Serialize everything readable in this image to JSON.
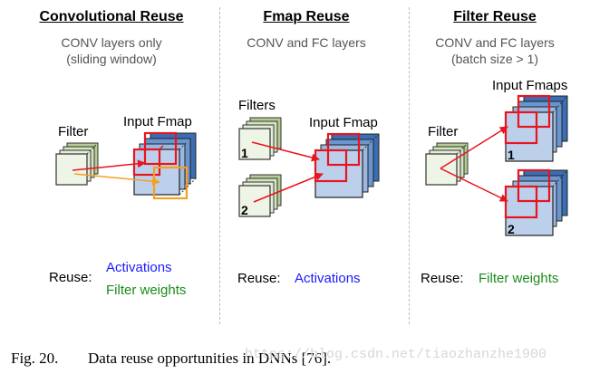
{
  "columns": [
    {
      "title": "Convolutional Reuse",
      "subtitle_line1": "CONV layers only",
      "subtitle_line2": "(sliding window)",
      "filter_label": "Filter",
      "fmap_label": "Input Fmap",
      "reuse_label": "Reuse:",
      "reuse_items": [
        "Activations",
        "Filter weights"
      ]
    },
    {
      "title": "Fmap Reuse",
      "subtitle_line1": "CONV and FC layers",
      "filters_label": "Filters",
      "fmap_label": "Input Fmap",
      "filter_numbers": [
        "1",
        "2"
      ],
      "reuse_label": "Reuse:",
      "reuse_items": [
        "Activations"
      ]
    },
    {
      "title": "Filter Reuse",
      "subtitle_line1": "CONV and FC layers",
      "subtitle_line2": "(batch size > 1)",
      "filter_label": "Filter",
      "fmaps_label": "Input Fmaps",
      "fmap_numbers": [
        "1",
        "2"
      ],
      "reuse_label": "Reuse:",
      "reuse_items": [
        "Filter weights"
      ]
    }
  ],
  "caption": {
    "label": "Fig. 20.",
    "text": "Data reuse opportunities in DNNs [76]."
  },
  "watermark": "https://blog.csdn.net/tiaozhanzhe1900",
  "colors": {
    "activation_text": "#1a1aff",
    "weight_text": "#1a8c1a",
    "highlight_red": "#e8141e",
    "highlight_orange": "#f5a020",
    "filter_fill": "#e8f0d8",
    "fmap_fill": "#b8cce8",
    "fmap_back_fill": "#4a7cc0"
  }
}
